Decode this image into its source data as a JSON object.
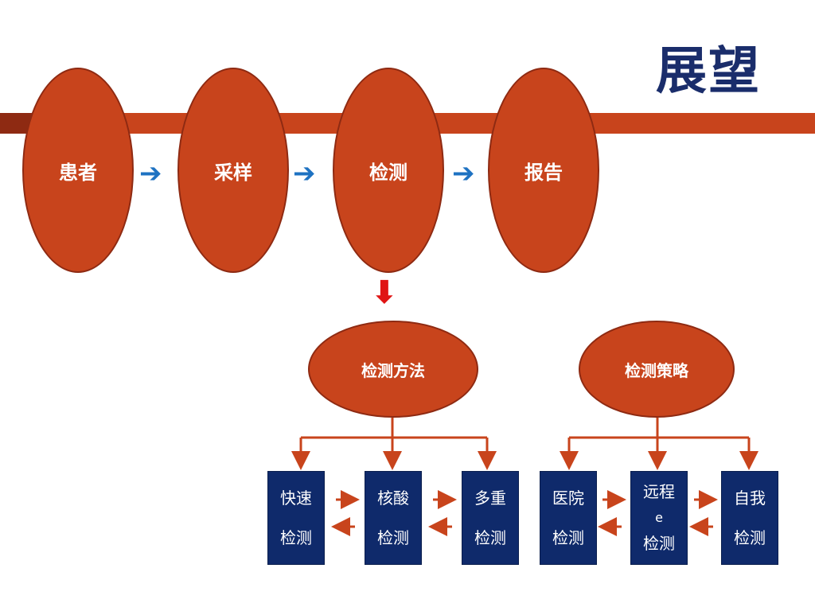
{
  "slide": {
    "title": "展望",
    "flow": [
      "患者",
      "采样",
      "检测",
      "报告"
    ],
    "methods": {
      "label": "检测方法"
    },
    "strategy": {
      "label": "检测策略"
    },
    "method_boxes": [
      {
        "top": "快速",
        "bottom": "检测"
      },
      {
        "top": "核酸",
        "bottom": "检测"
      },
      {
        "top": "多重",
        "bottom": "检测"
      }
    ],
    "strategy_boxes": [
      {
        "top": "医院",
        "bottom": "检测"
      },
      {
        "top": "远程",
        "mid": "e",
        "bottom": "检测"
      },
      {
        "top": "自我",
        "bottom": "检测"
      }
    ],
    "icons": [
      "arrow-right-icon",
      "arrow-down-icon"
    ],
    "colors": {
      "accent": "#c8441c",
      "accent_dark": "#8e2a12",
      "title": "#1a2d6b",
      "box": "#0f2a6b",
      "arrow_blue": "#1e72c2",
      "arrow_red": "#e01414"
    }
  }
}
